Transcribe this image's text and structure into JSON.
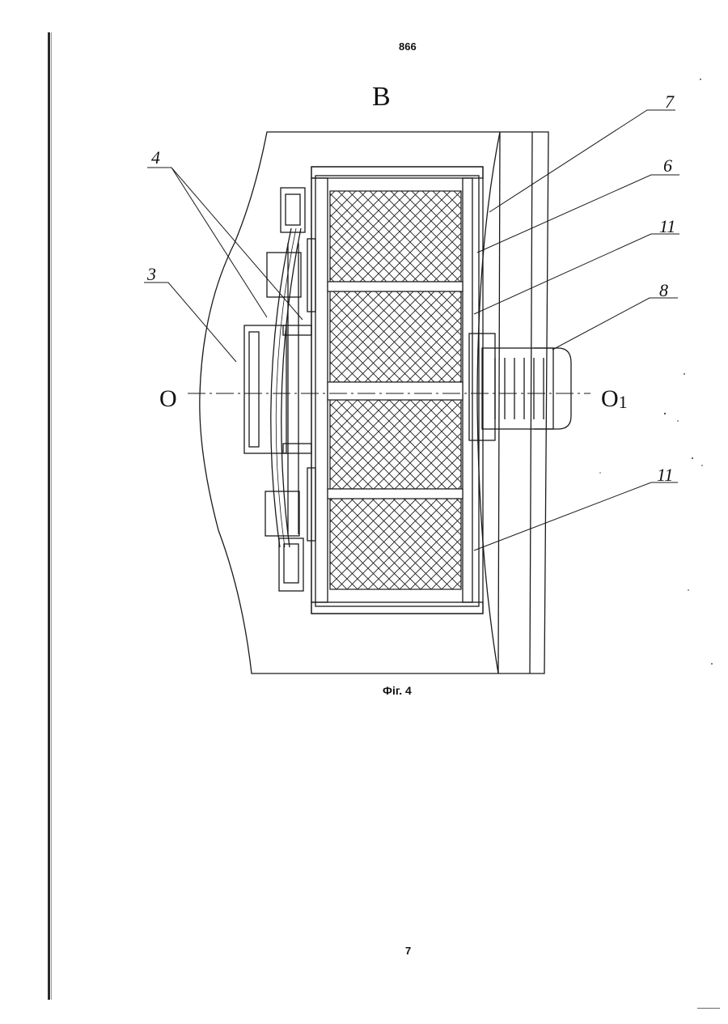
{
  "document": {
    "number": "866",
    "page_number": "7",
    "figure_caption": "Фіг. 4"
  },
  "drawing": {
    "view_label": "В",
    "axis_start_label": "O",
    "axis_end_label": "O",
    "axis_end_subscript": "1",
    "callouts": {
      "c3": "3",
      "c4": "4",
      "c6": "6",
      "c7": "7",
      "c8": "8",
      "c11_top": "11",
      "c11_bottom": "11"
    }
  }
}
